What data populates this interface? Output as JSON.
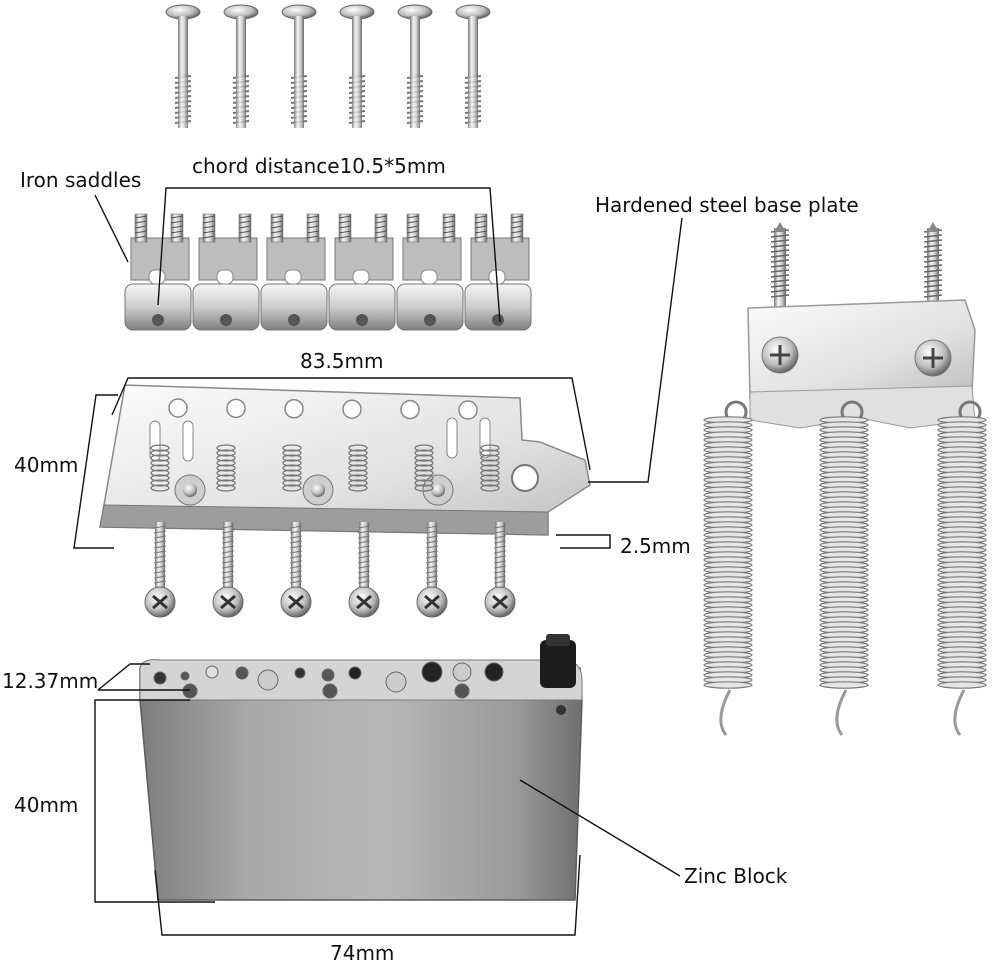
{
  "labels": {
    "iron_saddles": "Iron saddles",
    "chord_distance": "chord distance10.5*5mm",
    "base_plate": "Hardened steel base plate",
    "plate_width": "83.5mm",
    "plate_height": "40mm",
    "plate_thickness": "2.5mm",
    "block_depth": "12.37mm",
    "block_height": "40mm",
    "block_width": "74mm",
    "zinc_block": "Zinc Block"
  },
  "colors": {
    "chrome_light": "#f2f2f2",
    "chrome_mid": "#c8c8c8",
    "chrome_dark": "#6e6e6e",
    "zinc": "#9a9a9a",
    "line": "#111111"
  },
  "parts": {
    "top_screws": 6,
    "saddles": 6,
    "plate_holes": 6,
    "plate_springs": 6,
    "bottom_screws": 6,
    "tension_springs": 3,
    "claw_screws": 2
  }
}
